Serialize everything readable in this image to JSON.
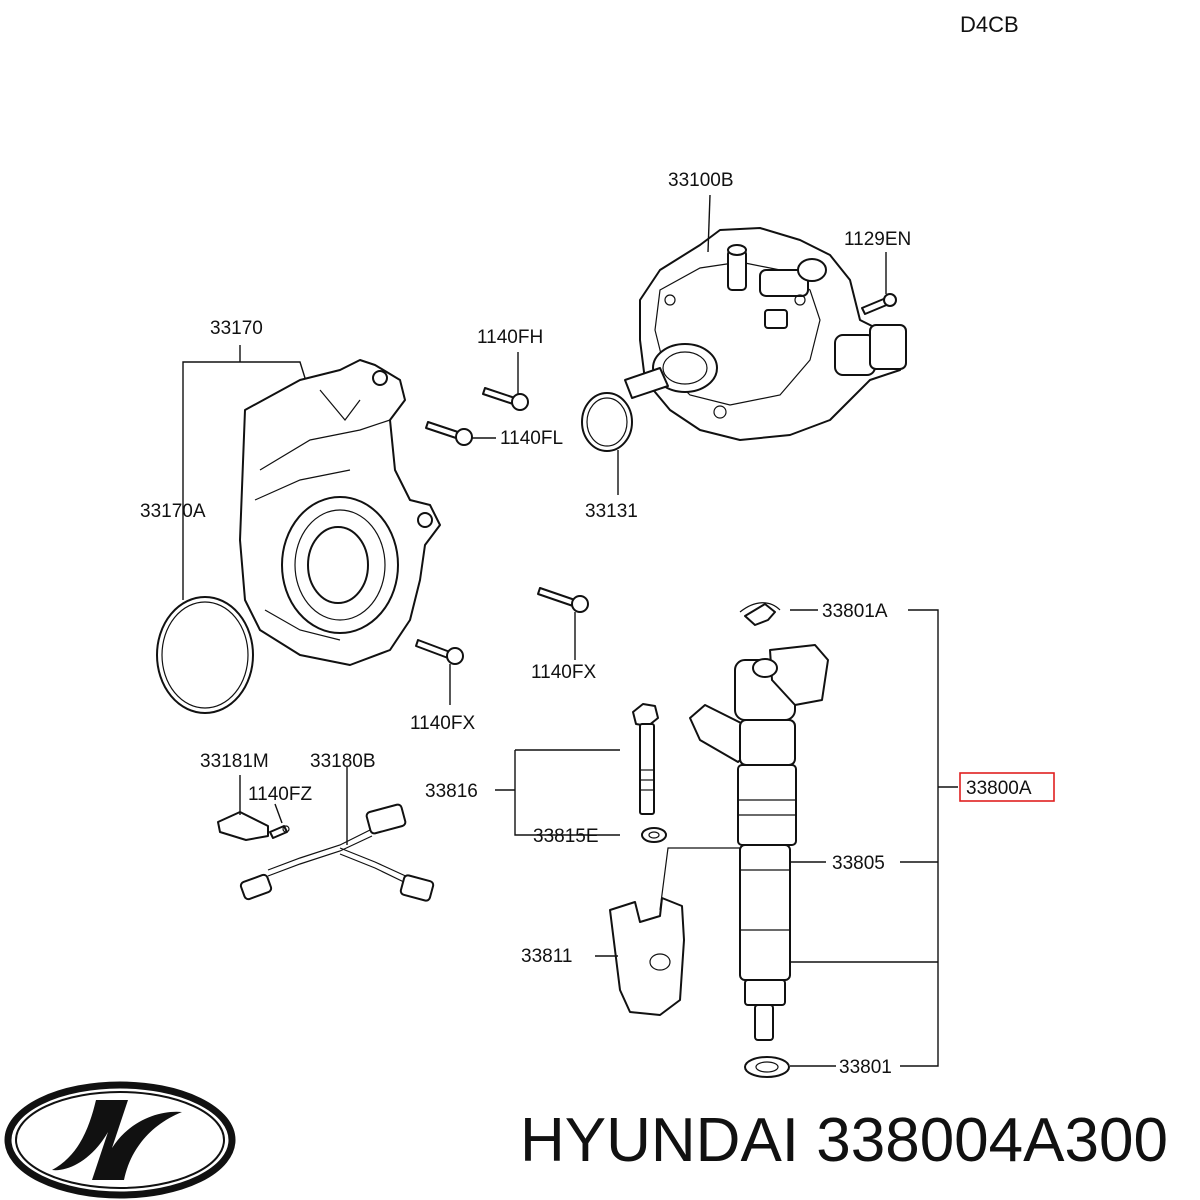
{
  "diagram_code": "D4CB",
  "labels": {
    "l33100B": "33100B",
    "l1129EN": "1129EN",
    "l33170": "33170",
    "l1140FH": "1140FH",
    "l1140FL": "1140FL",
    "l33131": "33131",
    "l33170A": "33170A",
    "l1140FX_a": "1140FX",
    "l1140FX_b": "1140FX",
    "l33801A": "33801A",
    "l33800A": "33800A",
    "l33181M": "33181M",
    "l33180B": "33180B",
    "l1140FZ": "1140FZ",
    "l33816": "33816",
    "l33815E": "33815E",
    "l33805": "33805",
    "l33811": "33811",
    "l33801": "33801"
  },
  "footer": {
    "brand_line": "HYUNDAI 338004A300"
  },
  "colors": {
    "highlight_box": "#e02020",
    "line": "#111111"
  }
}
